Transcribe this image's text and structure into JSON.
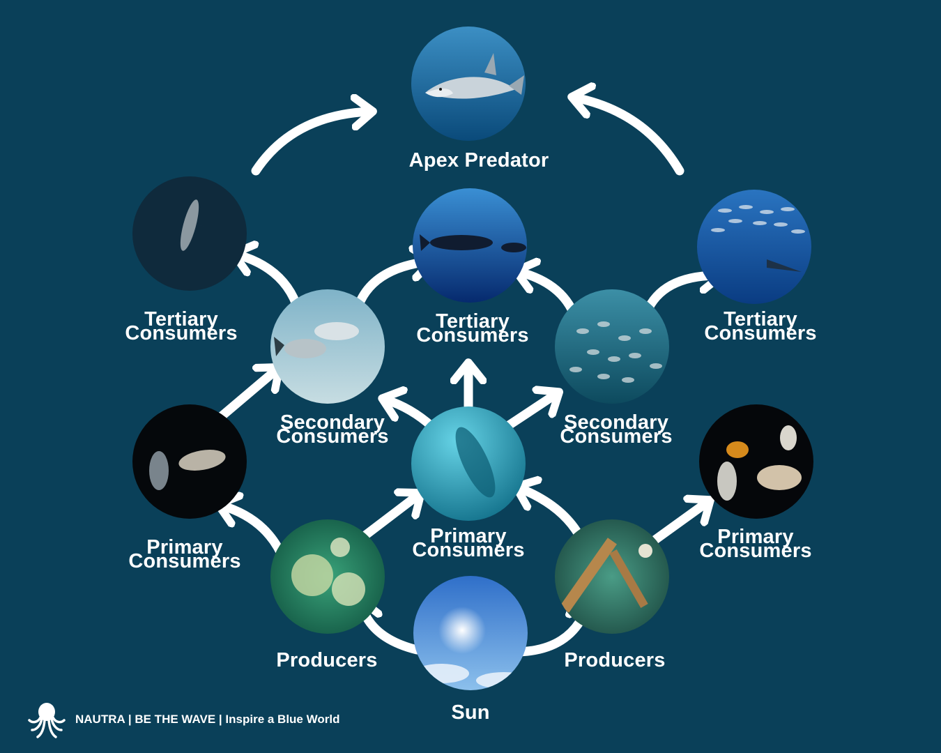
{
  "nodes": {
    "apex": {
      "label": "Apex Predator"
    },
    "tertiary_left": {
      "line1": "Tertiary",
      "line2": "Consumers"
    },
    "tertiary_center": {
      "line1": "Tertiary",
      "line2": "Consumers"
    },
    "tertiary_right": {
      "line1": "Tertiary",
      "line2": "Consumers"
    },
    "secondary_left": {
      "line1": "Secondary",
      "line2": "Consumers"
    },
    "secondary_right": {
      "line1": "Secondary",
      "line2": "Consumers"
    },
    "primary_left": {
      "line1": "Primary",
      "line2": "Consumers"
    },
    "primary_center": {
      "line1": "Primary",
      "line2": "Consumers"
    },
    "primary_right": {
      "line1": "Primary",
      "line2": "Consumers"
    },
    "producers_left": {
      "label": "Producers"
    },
    "producers_right": {
      "label": "Producers"
    },
    "sun": {
      "label": "Sun"
    }
  },
  "footer": {
    "text": "NAUTRA | BE THE WAVE | Inspire a Blue World",
    "logo_icon": "octopus-icon"
  },
  "colors": {
    "background": "#0a4059",
    "text": "#ffffff",
    "arrow": "#ffffff"
  }
}
